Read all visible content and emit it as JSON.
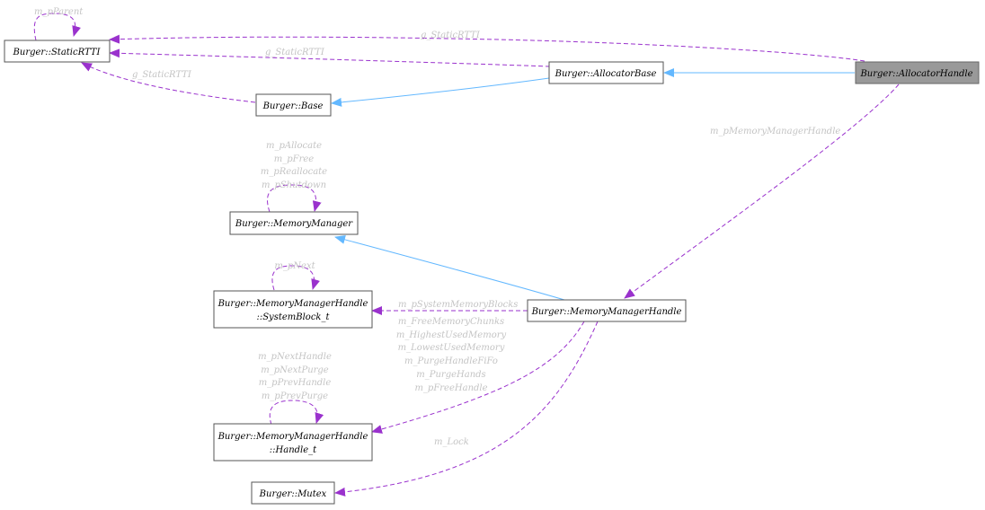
{
  "nodes": {
    "static_rtti": "Burger::StaticRTTI",
    "allocator_base": "Burger::AllocatorBase",
    "allocator_handle": "Burger::AllocatorHandle",
    "base": "Burger::Base",
    "memory_manager": "Burger::MemoryManager",
    "mmh_system_block_line1": "Burger::MemoryManagerHandle",
    "mmh_system_block_line2": "::SystemBlock_t",
    "memory_manager_handle": "Burger::MemoryManagerHandle",
    "mmh_handle_line1": "Burger::MemoryManagerHandle",
    "mmh_handle_line2": "::Handle_t",
    "mutex": "Burger::Mutex"
  },
  "edge_labels": {
    "m_pParent": "m_pParent",
    "g_StaticRTTI_top": "g_StaticRTTI",
    "g_StaticRTTI_mid": "g_StaticRTTI",
    "g_StaticRTTI_base": "g_StaticRTTI",
    "m_pMemoryManagerHandle": "m_pMemoryManagerHandle",
    "mm_self": [
      "m_pAllocate",
      "m_pFree",
      "m_pReallocate",
      "m_pShutdown"
    ],
    "m_pNext": "m_pNext",
    "m_pSystemMemoryBlocks": "m_pSystemMemoryBlocks",
    "handle_links": [
      "m_FreeMemoryChunks",
      "m_HighestUsedMemory",
      "m_LowestUsedMemory",
      "m_PurgeHandleFiFo",
      "m_PurgeHands",
      "m_pFreeHandle"
    ],
    "handle_self": [
      "m_pNextHandle",
      "m_pNextPurge",
      "m_pPrevHandle",
      "m_pPrevPurge"
    ],
    "m_Lock": "m_Lock"
  },
  "colors": {
    "inheritance": "#63b8ff",
    "association": "#9a32cd",
    "label": "#c4c4c4",
    "focus_fill": "#999999"
  }
}
